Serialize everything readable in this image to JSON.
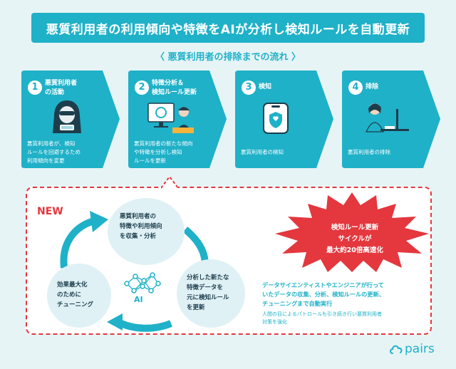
{
  "banner": {
    "title": "悪質利用者の利用傾向や特徴をAIが分析し検知ルールを自動更新"
  },
  "flow": {
    "title": "〈 悪質利用者の排除までの流れ 〉"
  },
  "steps": [
    {
      "num": "1",
      "title_line1": "悪質利用者",
      "title_line2": "の活動",
      "desc_line1": "悪質利用者が、検知",
      "desc_line2": "ルールを回避するため",
      "desc_line3": "利用傾向を変更",
      "icon": "hooded-hacker"
    },
    {
      "num": "2",
      "title_line1": "特徴分析＆",
      "title_line2": "検知ルール更新",
      "desc_line1": "悪質利用者の新たな傾向",
      "desc_line2": "や特徴を分析し検知",
      "desc_line3": "ルールを更新",
      "icon": "analyst-at-monitor"
    },
    {
      "num": "3",
      "title_line1": "検知",
      "title_line2": "",
      "desc_line1": "悪質利用者の検知",
      "desc_line2": "",
      "desc_line3": "",
      "icon": "phone-shield"
    },
    {
      "num": "4",
      "title_line1": "排除",
      "title_line2": "",
      "desc_line1": "悪質利用者の排除",
      "desc_line2": "",
      "desc_line3": "",
      "icon": "operator-at-desk"
    }
  ],
  "new_section": {
    "label": "NEW",
    "cycle_top_line1": "悪質利用者の",
    "cycle_top_line2": "特徴や利用傾向",
    "cycle_top_line3": "を収集・分析",
    "cycle_right_line1": "分析した新たな",
    "cycle_right_line2": "特徴データを",
    "cycle_right_line3": "元に検知ルール",
    "cycle_right_line4": "を更新",
    "cycle_left_line1": "効果最大化",
    "cycle_left_line2": "のために",
    "cycle_left_line3": "チューニング",
    "ai_label": "AI",
    "burst_line1": "検知ルール更新",
    "burst_line2": "サイクルが",
    "burst_line3": "最大約20倍高速化",
    "desc_main_line1": "データサイエンティストやエンジニアが行って",
    "desc_main_line2": "いたデータの収集、分析、検知ルールの更新、",
    "desc_main_line3": "チューニングまで自動実行",
    "desc_sub_line1": "人間の目によるパトロールも引き続き行い悪質利用者",
    "desc_sub_line2": "対策を強化"
  },
  "logo": {
    "text": "pairs",
    "icon": "cloud-icon"
  },
  "colors": {
    "accent": "#1fb1c8",
    "alert": "#e4373e",
    "background": "#e6f4f6",
    "text": "#1d3d4c"
  }
}
